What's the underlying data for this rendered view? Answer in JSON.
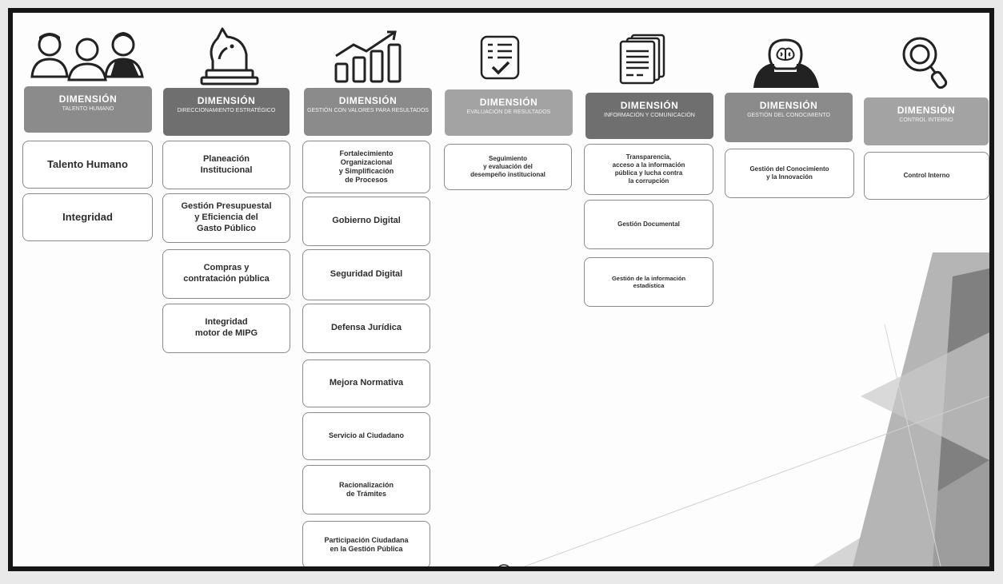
{
  "colors": {
    "header_mid": "#8b8b8b",
    "header_dark": "#6f6f6f",
    "header_light": "#a3a3a3",
    "box_border": "#8a8a8a",
    "box_text": "#2d2d2d"
  },
  "dimensions": [
    {
      "icon": "people-icon",
      "title": "DIMENSIÓN",
      "subtitle": "TALENTO HUMANO",
      "boxes": [
        "Talento Humano",
        "Integridad"
      ]
    },
    {
      "icon": "chess-knight-icon",
      "title": "DIMENSIÓN",
      "subtitle": "DIRECCIONAMIENTO ESTRATÉGICO",
      "boxes": [
        "Planeación\nInstitucional",
        "Gestión Presupuestal\ny Eficiencia del\nGasto Público",
        "Compras y\ncontratación pública",
        "Integridad\nmotor de MIPG"
      ]
    },
    {
      "icon": "growth-chart-icon",
      "title": "DIMENSIÓN",
      "subtitle": "GESTIÓN CON VALORES PARA RESULTADOS",
      "boxes": [
        "Fortalecimiento\nOrganizacional\ny Simplificación\nde Procesos",
        "Gobierno Digital",
        "Seguridad Digital",
        "Defensa Jurídica",
        "Mejora Normativa",
        "Servicio al Ciudadano",
        "Racionalización\nde Trámites",
        "Participación Ciudadana\nen la Gestión Pública"
      ]
    },
    {
      "icon": "checklist-icon",
      "title": "DIMENSIÓN",
      "subtitle": "EVALUACIÓN DE RESULTADOS",
      "boxes": [
        "Seguimiento\ny evaluación del\ndesempeño institucional"
      ]
    },
    {
      "icon": "documents-icon",
      "title": "DIMENSIÓN",
      "subtitle": "INFORMACIÓN Y COMUNICACIÓN",
      "boxes": [
        "Transparencia,\nacceso a la información\npública y lucha contra\nla corrupción",
        "Gestión Documental",
        "Gestión de la información\nestadística"
      ]
    },
    {
      "icon": "brain-head-icon",
      "title": "DIMENSIÓN",
      "subtitle": "GESTIÓN DEL CONOCIMIENTO",
      "boxes": [
        "Gestión del Conocimiento\ny la Innovación"
      ]
    },
    {
      "icon": "magnifier-icon",
      "title": "DIMENSIÓN",
      "subtitle": "CONTROL INTERNO",
      "boxes": [
        "Control Interno"
      ]
    }
  ]
}
